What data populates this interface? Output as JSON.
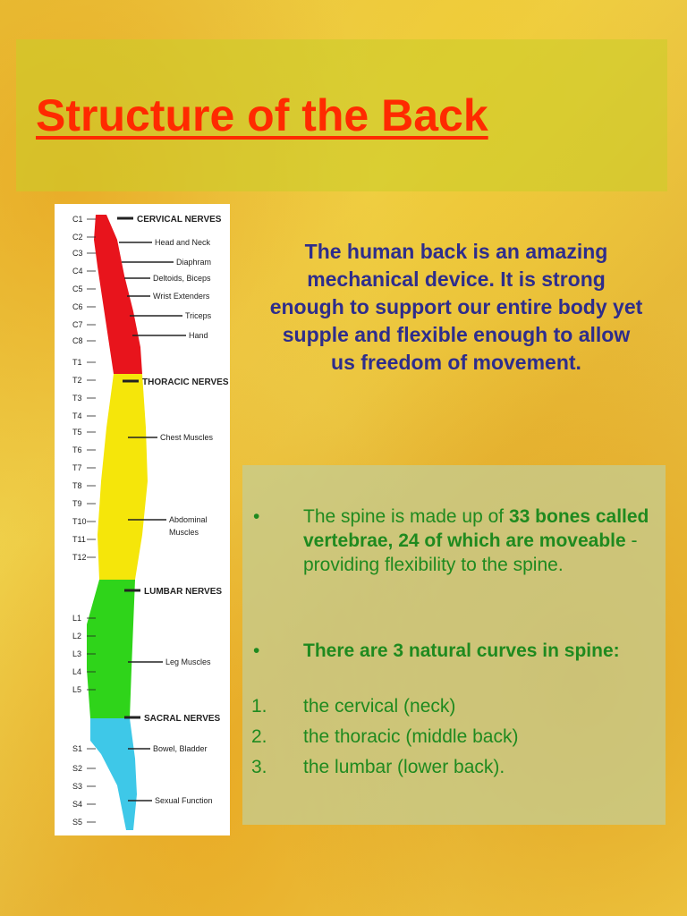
{
  "title": "Structure of the Back",
  "intro": "The human back is an amazing mechanical device. It is strong enough to support our entire body yet supple and flexible enough to allow us freedom of movement.",
  "bullets": [
    {
      "mark": "•",
      "parts": [
        {
          "text": "The spine is made up of ",
          "bold": false
        },
        {
          "text": "33 bones called vertebrae, 24 of which are moveable",
          "bold": true
        },
        {
          "text": " - providing flexibility to the spine.",
          "bold": false
        }
      ]
    },
    {
      "mark": "•",
      "parts": [
        {
          "text": "There are 3 natural curves in spine:",
          "bold": true
        }
      ]
    }
  ],
  "numbered": [
    {
      "label": "1.",
      "text": "the cervical (neck)"
    },
    {
      "label": "2.",
      "text": "the thoracic (middle back)"
    },
    {
      "label": "3.",
      "text": "the lumbar (lower back)."
    }
  ],
  "figure": {
    "section_labels": [
      "CERVICAL NERVES",
      "THORACIC NERVES",
      "LUMBAR NERVES",
      "SACRAL NERVES"
    ],
    "function_labels": [
      "Head and Neck",
      "Diaphram",
      "Deltoids, Biceps",
      "Wrist Extenders",
      "Triceps",
      "Hand",
      "Chest Muscles",
      "Abdominal Muscles",
      "Leg Muscles",
      "Bowel, Bladder",
      "Sexual Function"
    ],
    "vertebra_labels": [
      "C1",
      "C2",
      "C3",
      "C4",
      "C5",
      "C6",
      "C7",
      "C8",
      "T1",
      "T2",
      "T3",
      "T4",
      "T5",
      "T6",
      "T7",
      "T8",
      "T9",
      "T10",
      "T11",
      "T12",
      "L1",
      "L2",
      "L3",
      "L4",
      "L5",
      "S1",
      "S2",
      "S3",
      "S4",
      "S5"
    ],
    "colors": {
      "cervical": "#e8141c",
      "thoracic": "#f5e60a",
      "lumbar": "#2fd41a",
      "sacral": "#3ec8e8"
    }
  }
}
